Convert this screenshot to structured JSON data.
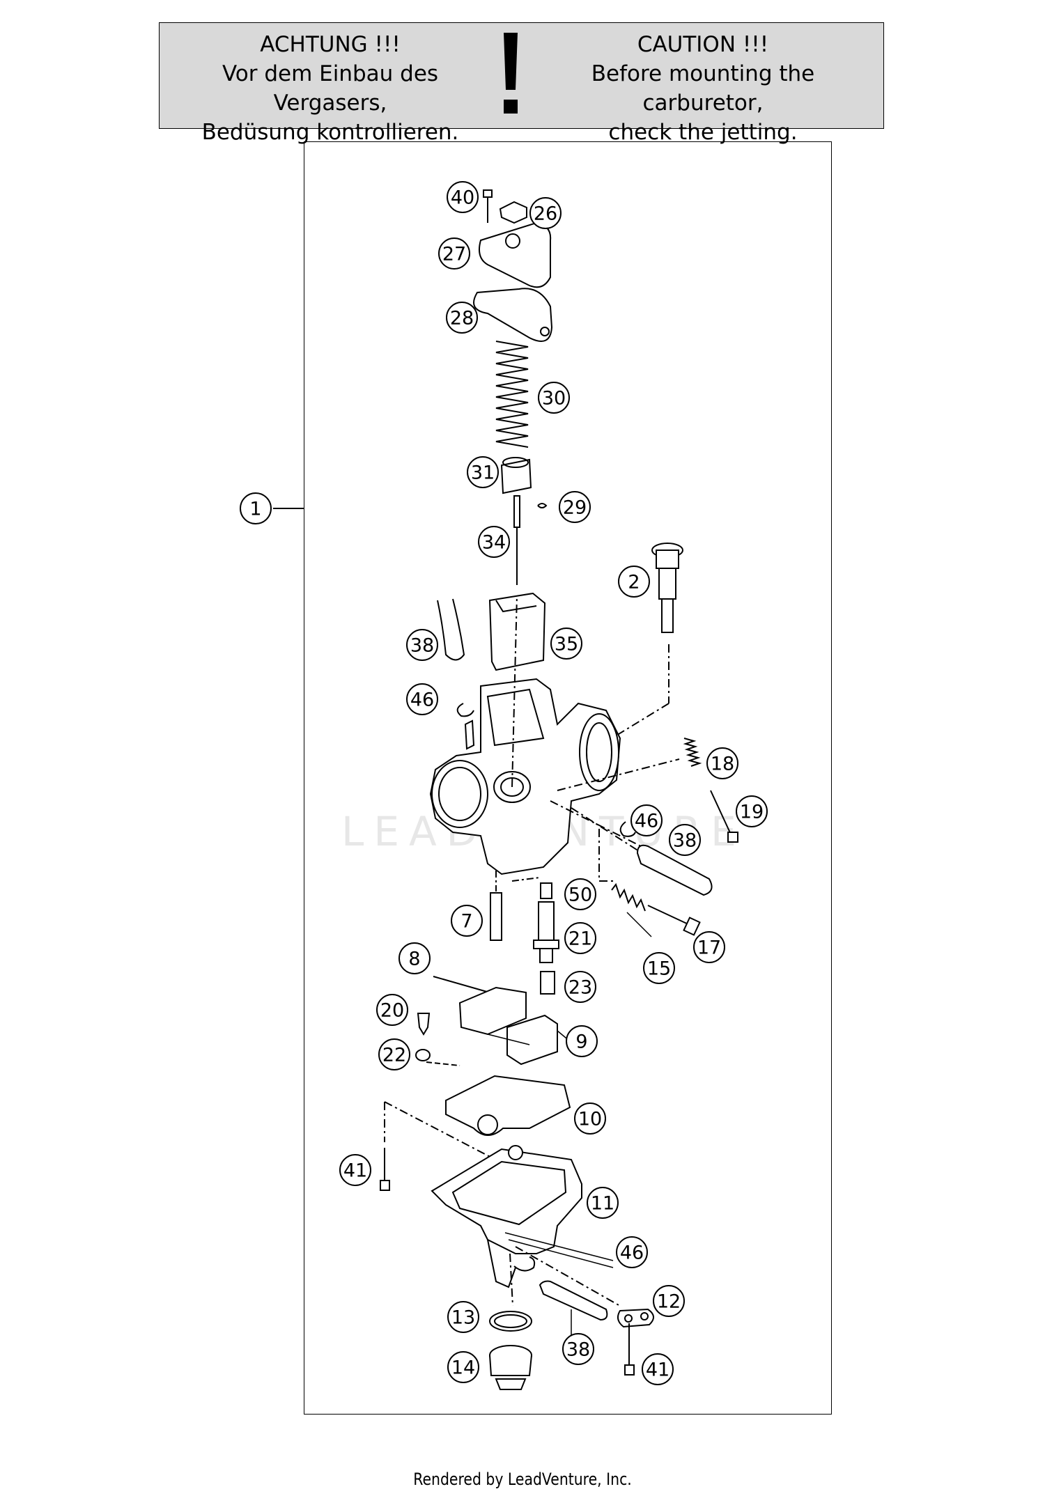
{
  "caution": {
    "de_title": "ACHTUNG !!!",
    "de_line1": "Vor dem Einbau des Vergasers,",
    "de_line2": "Bedüsung kontrollieren.",
    "en_title": "CAUTION !!!",
    "en_line1": "Before mounting the carburetor,",
    "en_line2": "check the jetting."
  },
  "watermark": "LEADVENTURE",
  "footer": "Rendered by LeadVenture, Inc.",
  "callouts": {
    "c1": "1",
    "c2": "2",
    "c7": "7",
    "c8": "8",
    "c9": "9",
    "c10": "10",
    "c11": "11",
    "c12": "12",
    "c13": "13",
    "c14": "14",
    "c15": "15",
    "c17": "17",
    "c18": "18",
    "c19": "19",
    "c20": "20",
    "c21": "21",
    "c22": "22",
    "c23": "23",
    "c26": "26",
    "c27": "27",
    "c28": "28",
    "c29": "29",
    "c30": "30",
    "c31": "31",
    "c34": "34",
    "c35": "35",
    "c38a": "38",
    "c38b": "38",
    "c38c": "38",
    "c40": "40",
    "c41a": "41",
    "c41b": "41",
    "c46a": "46",
    "c46b": "46",
    "c46c": "46",
    "c50": "50"
  }
}
